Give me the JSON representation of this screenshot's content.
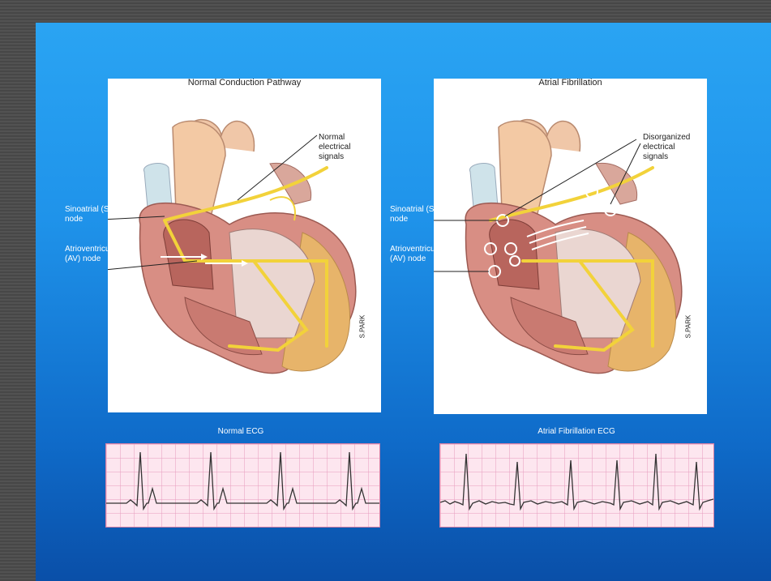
{
  "panels": {
    "normal": {
      "title": "Normal Conduction Pathway",
      "signals_label": [
        "Normal",
        "electrical",
        "signals"
      ],
      "sa_label": [
        "Sinoatrial (SA)",
        "node"
      ],
      "av_label": [
        "Atrioventricular",
        "(AV) node"
      ],
      "credit": "S.PARK"
    },
    "afib": {
      "title": "Atrial Fibrillation",
      "signals_label": [
        "Disorganized",
        "electrical",
        "signals"
      ],
      "sa_label": [
        "Sinoatrial (SA)",
        "node"
      ],
      "av_label": [
        "Atrioventricular",
        "(AV) node"
      ],
      "credit": "S.PARK"
    }
  },
  "ecg": {
    "normal_title": "Normal ECG",
    "afib_title": "Atrial Fibrillation ECG"
  },
  "colors": {
    "slide_top": "#2aa4f3",
    "slide_bottom": "#0a4fa8",
    "ecg_paper": "#fde6ef",
    "conduction": "#f2d23a"
  }
}
